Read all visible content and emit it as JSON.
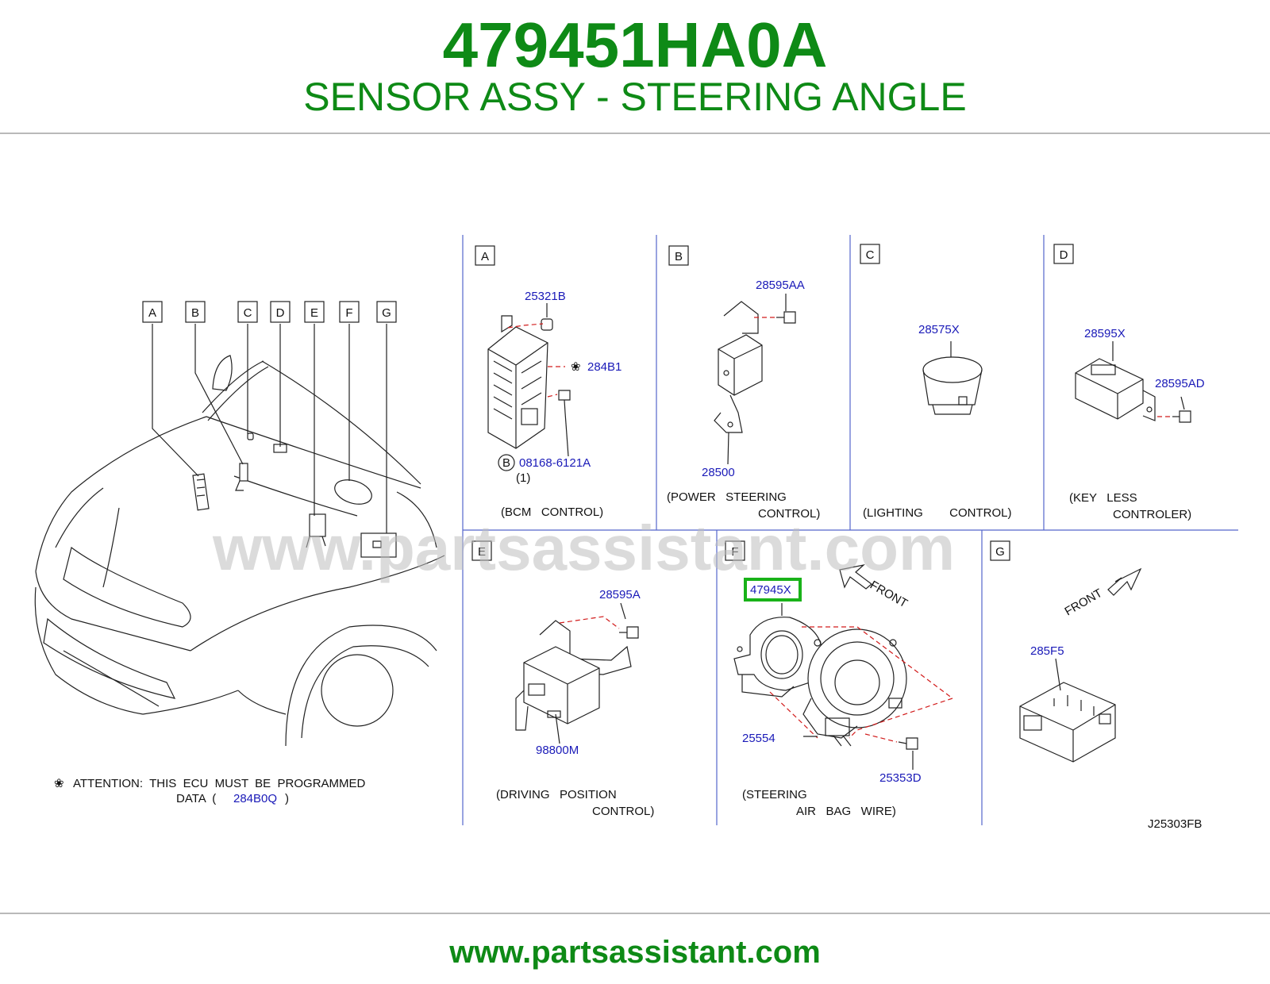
{
  "header": {
    "part_number": "479451HA0A",
    "part_name": "SENSOR ASSY - STEERING ANGLE"
  },
  "footer": {
    "url": "www.partsassistant.com"
  },
  "watermark": "www.partsassistant.com",
  "overview": {
    "callouts": [
      "A",
      "B",
      "C",
      "D",
      "E",
      "F",
      "G"
    ],
    "attention_symbol": "❀",
    "attention_text": "ATTENTION:  THIS  ECU  MUST  BE  PROGRAMMED",
    "attention_data_prefix": "DATA  (",
    "attention_data_part": "284B0Q",
    "attention_data_suffix": ")"
  },
  "panels": {
    "A": {
      "letter": "A",
      "parts": [
        "25321B",
        "284B1",
        "08168-6121A"
      ],
      "symbol": "❀",
      "bolt_letter": "B",
      "qty": "(1)",
      "caption": [
        "(BCM   CONTROL)"
      ]
    },
    "B": {
      "letter": "B",
      "parts": [
        "28595AA",
        "28500"
      ],
      "caption": [
        "(POWER   STEERING",
        "CONTROL)"
      ]
    },
    "C": {
      "letter": "C",
      "parts": [
        "28575X"
      ],
      "caption": [
        "(LIGHTING        CONTROL)"
      ]
    },
    "D": {
      "letter": "D",
      "parts": [
        "28595X",
        "28595AD"
      ],
      "caption": [
        "(KEY   LESS",
        "CONTROLER)"
      ]
    },
    "E": {
      "letter": "E",
      "parts": [
        "28595A",
        "98800M"
      ],
      "caption": [
        "(DRIVING   POSITION",
        "CONTROL)"
      ]
    },
    "F": {
      "letter": "F",
      "parts": [
        "47945X",
        "25554",
        "25353D"
      ],
      "highlight": "47945X",
      "front": "FRONT",
      "caption": [
        "(STEERING",
        "AIR   BAG   WIRE)"
      ]
    },
    "G": {
      "letter": "G",
      "parts": [
        "285F5"
      ],
      "front": "FRONT"
    }
  },
  "drawing_code": "J25303FB",
  "colors": {
    "brand_green": "#0e8a16",
    "part_blue": "#1a1ab8",
    "leader_red": "#d21c1c",
    "divider_blue": "#5566cc",
    "highlight_green": "#19b219"
  }
}
